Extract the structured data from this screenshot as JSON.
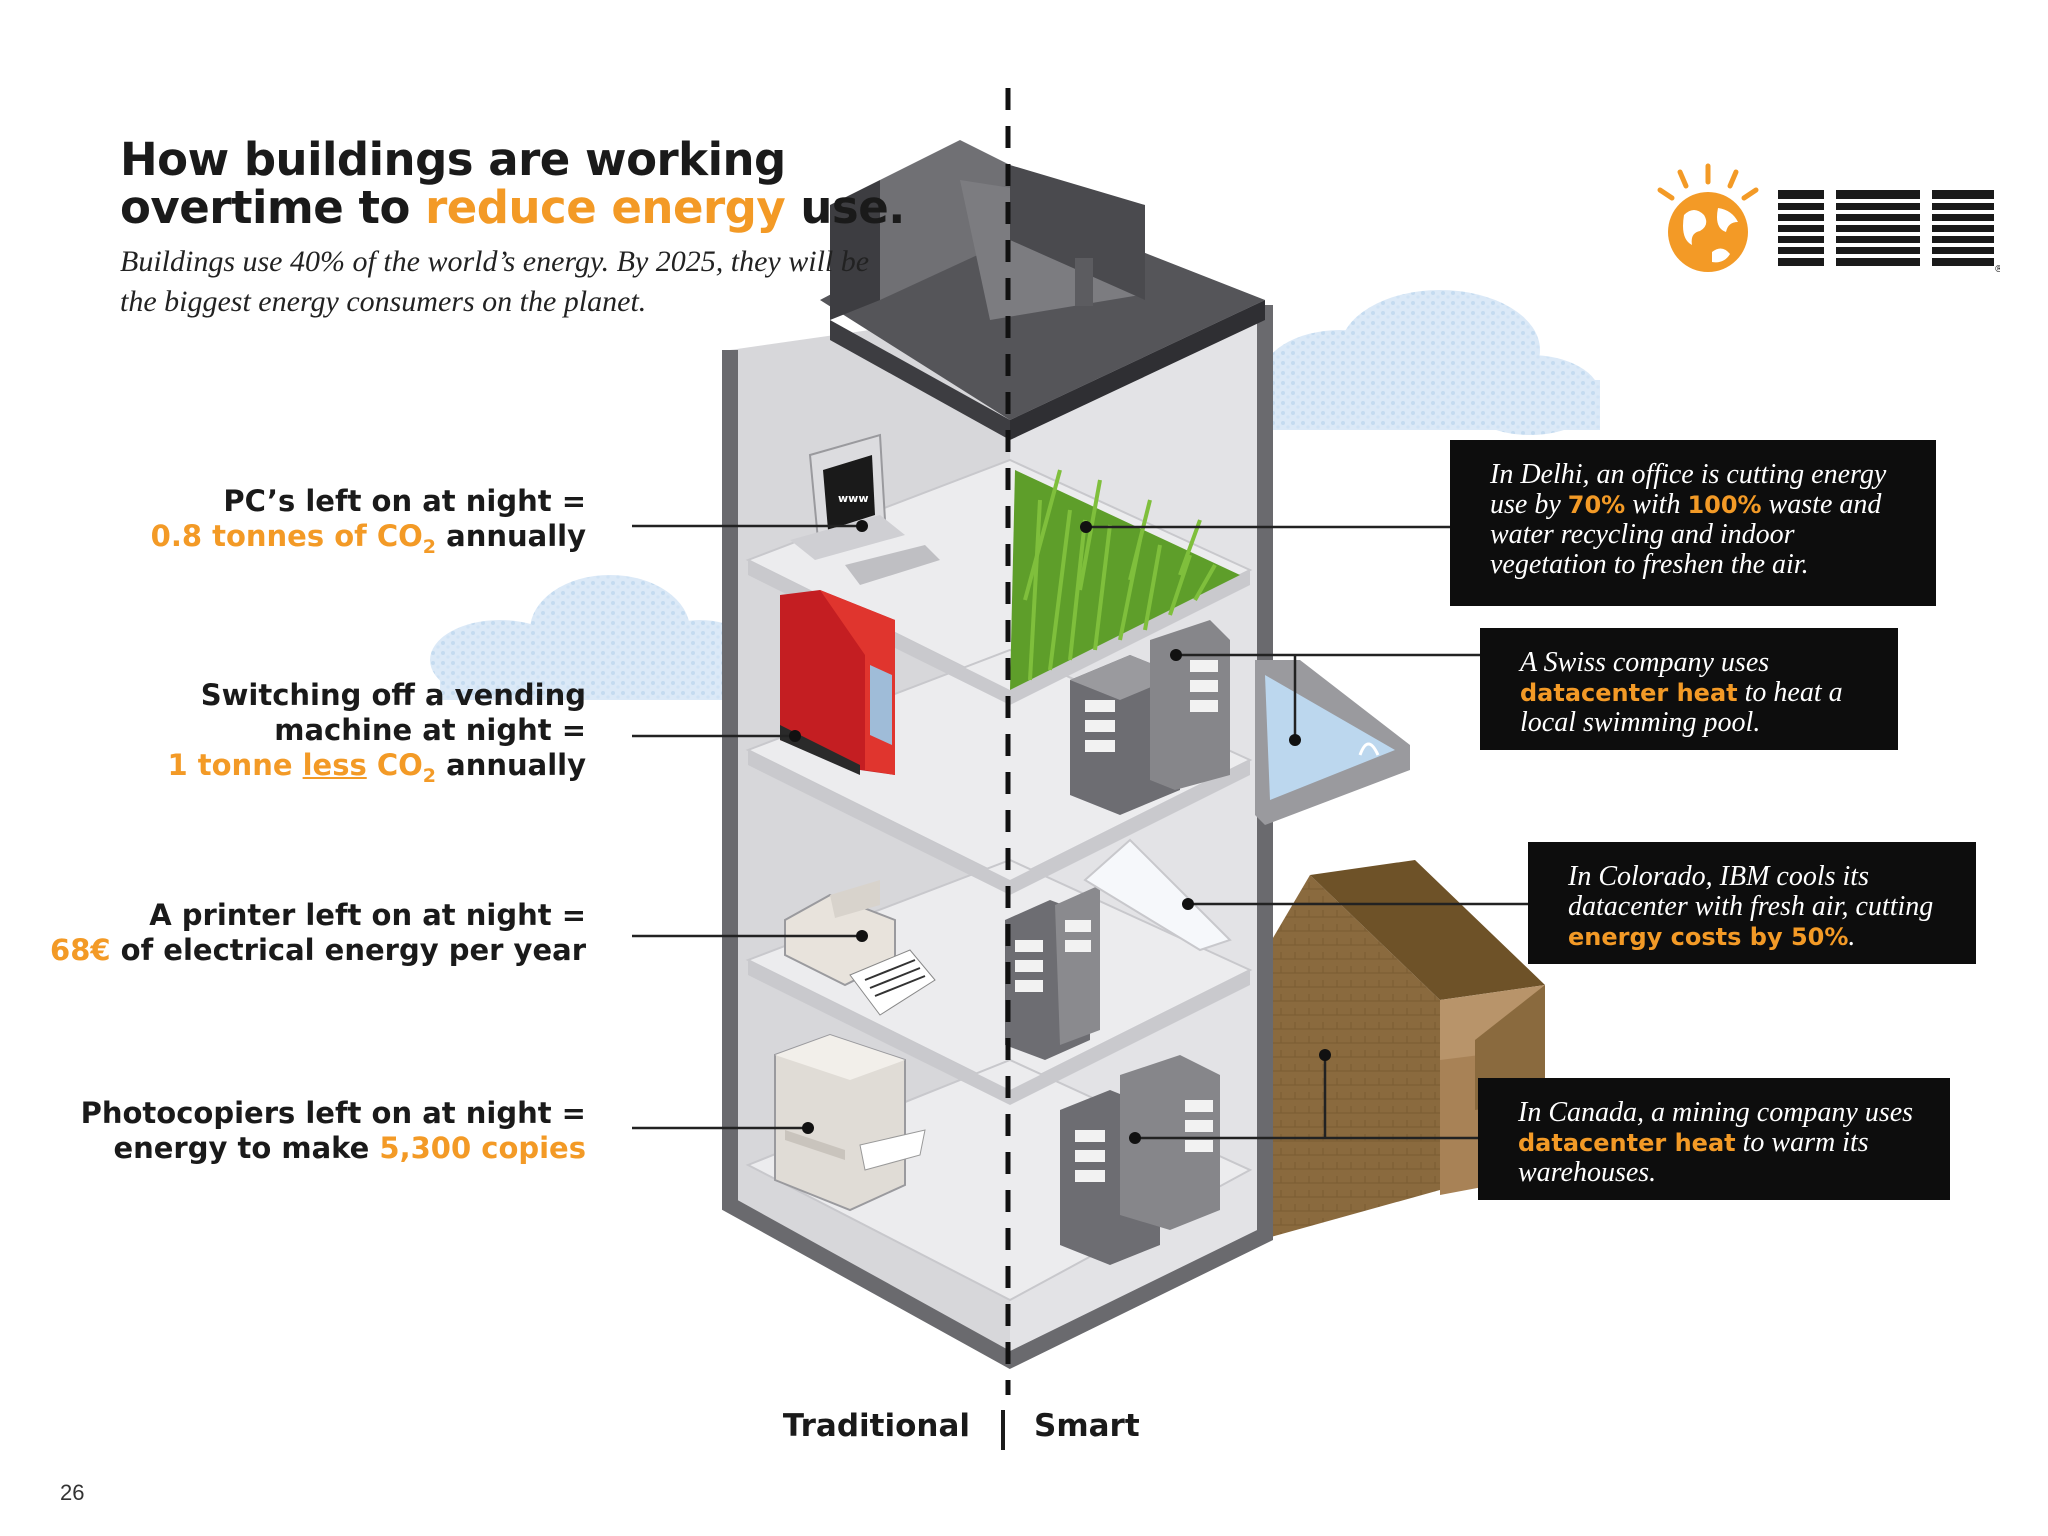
{
  "header": {
    "title_line1": "How buildings are working",
    "title_line2_prefix": "overtime to ",
    "title_line2_highlight": "reduce energy",
    "title_line2_suffix": " use.",
    "subtitle": "Buildings use 40% of the world’s energy. By 2025, they will be the biggest energy consumers on the planet."
  },
  "brand": {
    "name": "IBM",
    "icon": "globe-sun-icon",
    "accent": "#f39a26"
  },
  "colors": {
    "orange": "#f39a26",
    "callout_bg": "#0d0d0d",
    "text": "#1a1a1a"
  },
  "traditional": [
    {
      "id": "pc",
      "icon": "computer-icon",
      "line1": "PC’s left on at night =",
      "hl": "0.8 tonnes of CO",
      "hl_sub": "2",
      "rest": " annually"
    },
    {
      "id": "vending",
      "icon": "vending-machine-icon",
      "line1": "Switching off a vending",
      "line2": "machine at night =",
      "hl_a": "1 tonne ",
      "hl_u": "less",
      "hl_b": " CO",
      "hl_sub": "2",
      "rest": " annually"
    },
    {
      "id": "printer",
      "icon": "printer-icon",
      "line1": "A printer left on at night =",
      "hl": "68€",
      "rest": " of electrical energy per year"
    },
    {
      "id": "copier",
      "icon": "photocopier-icon",
      "line1": "Photocopiers left on at night =",
      "pre": "energy to make ",
      "hl": "5,300 copies"
    }
  ],
  "smart": [
    {
      "id": "delhi",
      "icon": "grass-icon",
      "t1": "In Delhi, an office is cutting energy use by ",
      "h1": "70%",
      "t2": " with ",
      "h2": "100%",
      "t3": " waste and water recycling and indoor vegetation to freshen the air."
    },
    {
      "id": "swiss",
      "icon": "swimming-pool-icon",
      "t1": "A Swiss company uses ",
      "h1": "datacenter heat",
      "t2": " to heat a local swimming pool."
    },
    {
      "id": "colorado",
      "icon": "window-icon",
      "t1": "In Colorado, IBM cools its datacenter with fresh air, cutting ",
      "h1": "energy costs by 50%",
      "t2": "."
    },
    {
      "id": "canada",
      "icon": "warehouse-icon",
      "t1": "In Canada, a mining company uses ",
      "h1": "datacenter heat",
      "t2": " to warm its warehouses."
    }
  ],
  "legend": {
    "traditional": "Traditional",
    "smart": "Smart"
  },
  "page_number": "26"
}
